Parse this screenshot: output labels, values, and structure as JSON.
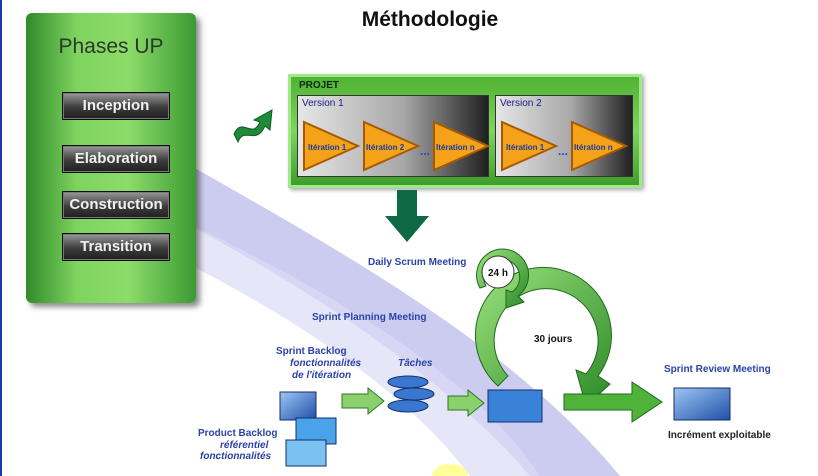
{
  "title": "Méthodologie",
  "phases": {
    "title": "Phases UP",
    "items": [
      "Inception",
      "Elaboration",
      "Construction",
      "Transition"
    ]
  },
  "projet": {
    "label": "PROJET",
    "versions": [
      {
        "label": "Version 1",
        "iterations": [
          "Itération 1",
          "Itération 2",
          "Itération n"
        ],
        "dots": "..."
      },
      {
        "label": "Version 2",
        "iterations": [
          "Itération 1",
          "Itération n"
        ],
        "dots": "..."
      }
    ]
  },
  "scrum": {
    "daily": "Daily Scrum Meeting",
    "hours": "24 h",
    "days": "30 jours",
    "planning": "Sprint Planning Meeting",
    "sprint_backlog": {
      "title": "Sprint Backlog",
      "line1": "fonctionnalités",
      "line2": "de l'itération"
    },
    "taches": "Tâches",
    "product_backlog": {
      "title": "Product Backlog",
      "line1": "référentiel",
      "line2": "fonctionnalités"
    },
    "review": "Sprint Review Meeting",
    "increment": "Incrément exploitable"
  },
  "colors": {
    "accent_green": "#2f8a2a",
    "label_blue": "#2b42a8",
    "arc_lavender": "#c8c8f0"
  }
}
